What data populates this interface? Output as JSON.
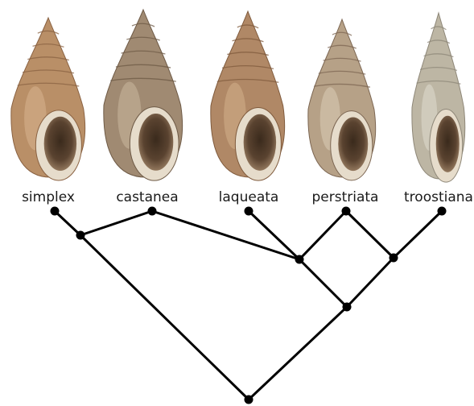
{
  "taxa": [
    {
      "id": "simplex",
      "label": "simplex"
    },
    {
      "id": "castanea",
      "label": "castanea"
    },
    {
      "id": "laqueata",
      "label": "laqueata"
    },
    {
      "id": "perstriata",
      "label": "perstriata"
    },
    {
      "id": "troostiana",
      "label": "troostiana"
    }
  ],
  "shells": [
    {
      "taxon": "simplex",
      "body_color": "#b98f67",
      "shade_color": "#8a6242",
      "highlight_color": "#d8b48f"
    },
    {
      "taxon": "castanea",
      "body_color": "#a08a72",
      "shade_color": "#6e5a46",
      "highlight_color": "#cbb89f"
    },
    {
      "taxon": "laqueata",
      "body_color": "#b08866",
      "shade_color": "#7f5a3c",
      "highlight_color": "#d4b08a"
    },
    {
      "taxon": "perstriata",
      "body_color": "#b6a187",
      "shade_color": "#7c6652",
      "highlight_color": "#dacdb7"
    },
    {
      "taxon": "troostiana",
      "body_color": "#bdb6a4",
      "shade_color": "#8e8778",
      "highlight_color": "#e0dccf"
    }
  ],
  "tree": {
    "edges": [
      [
        "simplex",
        "n1"
      ],
      [
        "castanea",
        "n1"
      ],
      [
        "castanea",
        "n2"
      ],
      [
        "laqueata",
        "n2"
      ],
      [
        "perstriata",
        "n2"
      ],
      [
        "perstriata",
        "n3"
      ],
      [
        "troostiana",
        "n3"
      ],
      [
        "n2",
        "n4"
      ],
      [
        "n3",
        "n4"
      ],
      [
        "n1",
        "root"
      ],
      [
        "n4",
        "root"
      ]
    ],
    "line_color": "#000000"
  }
}
